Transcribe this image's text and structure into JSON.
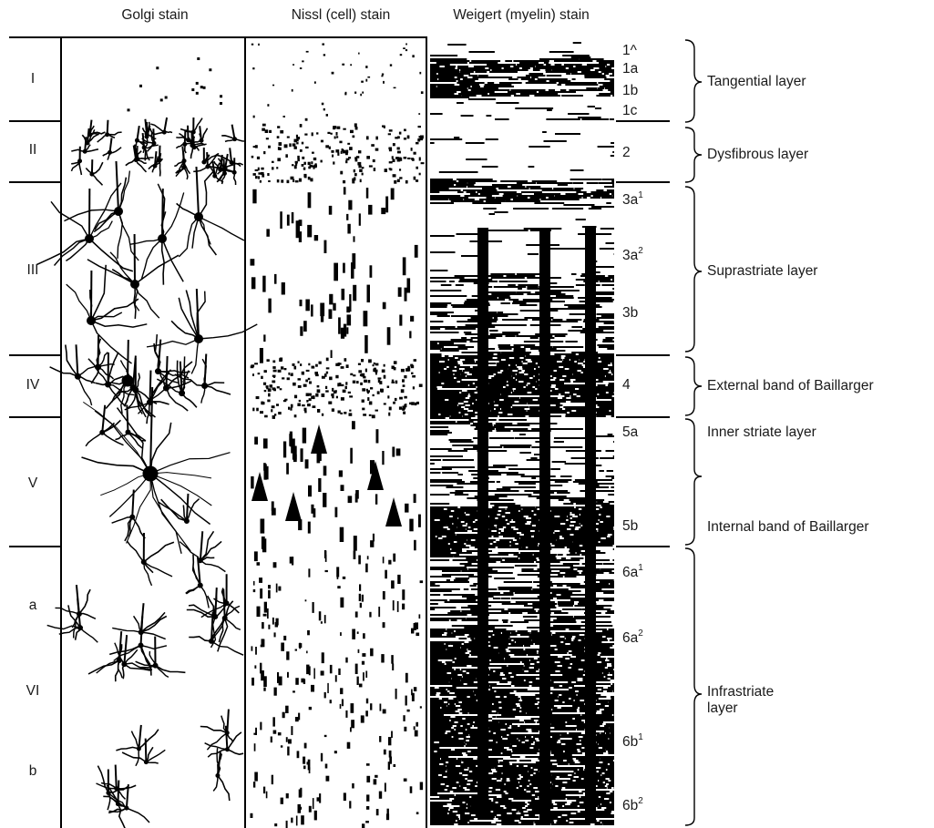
{
  "headers": {
    "golgi": "Golgi stain",
    "nissl": "Nissl (cell) stain",
    "weigert": "Weigert (myelin) stain"
  },
  "layers": [
    "I",
    "II",
    "III",
    "IV",
    "V",
    "a",
    "VI",
    "b"
  ],
  "sublayers": {
    "s1": "1^",
    "s1a": "1a",
    "s1b": "1b",
    "s1c": "1c",
    "s2": "2",
    "s3a1": "3a",
    "s3a1_sup": "1",
    "s3a2": "3a",
    "s3a2_sup": "2",
    "s3b": "3b",
    "s4": "4",
    "s5a": "5a",
    "s5b": "5b",
    "s6a1": "6a",
    "s6a1_sup": "1",
    "s6a2": "6a",
    "s6a2_sup": "2",
    "s6b1": "6b",
    "s6b1_sup": "1",
    "s6b2": "6b",
    "s6b2_sup": "2"
  },
  "zones": {
    "tangential": "Tangential layer",
    "dysfibrous": "Dysfibrous layer",
    "suprastriate": "Suprastriate layer",
    "external_band": "External band of Baillarger",
    "inner_striate": "Inner striate layer",
    "internal_band": "Internal band of Baillarger",
    "infrastriate_1": "Infrastriate",
    "infrastriate_2": "layer"
  },
  "colors": {
    "ink": "#000000",
    "background": "#ffffff"
  }
}
